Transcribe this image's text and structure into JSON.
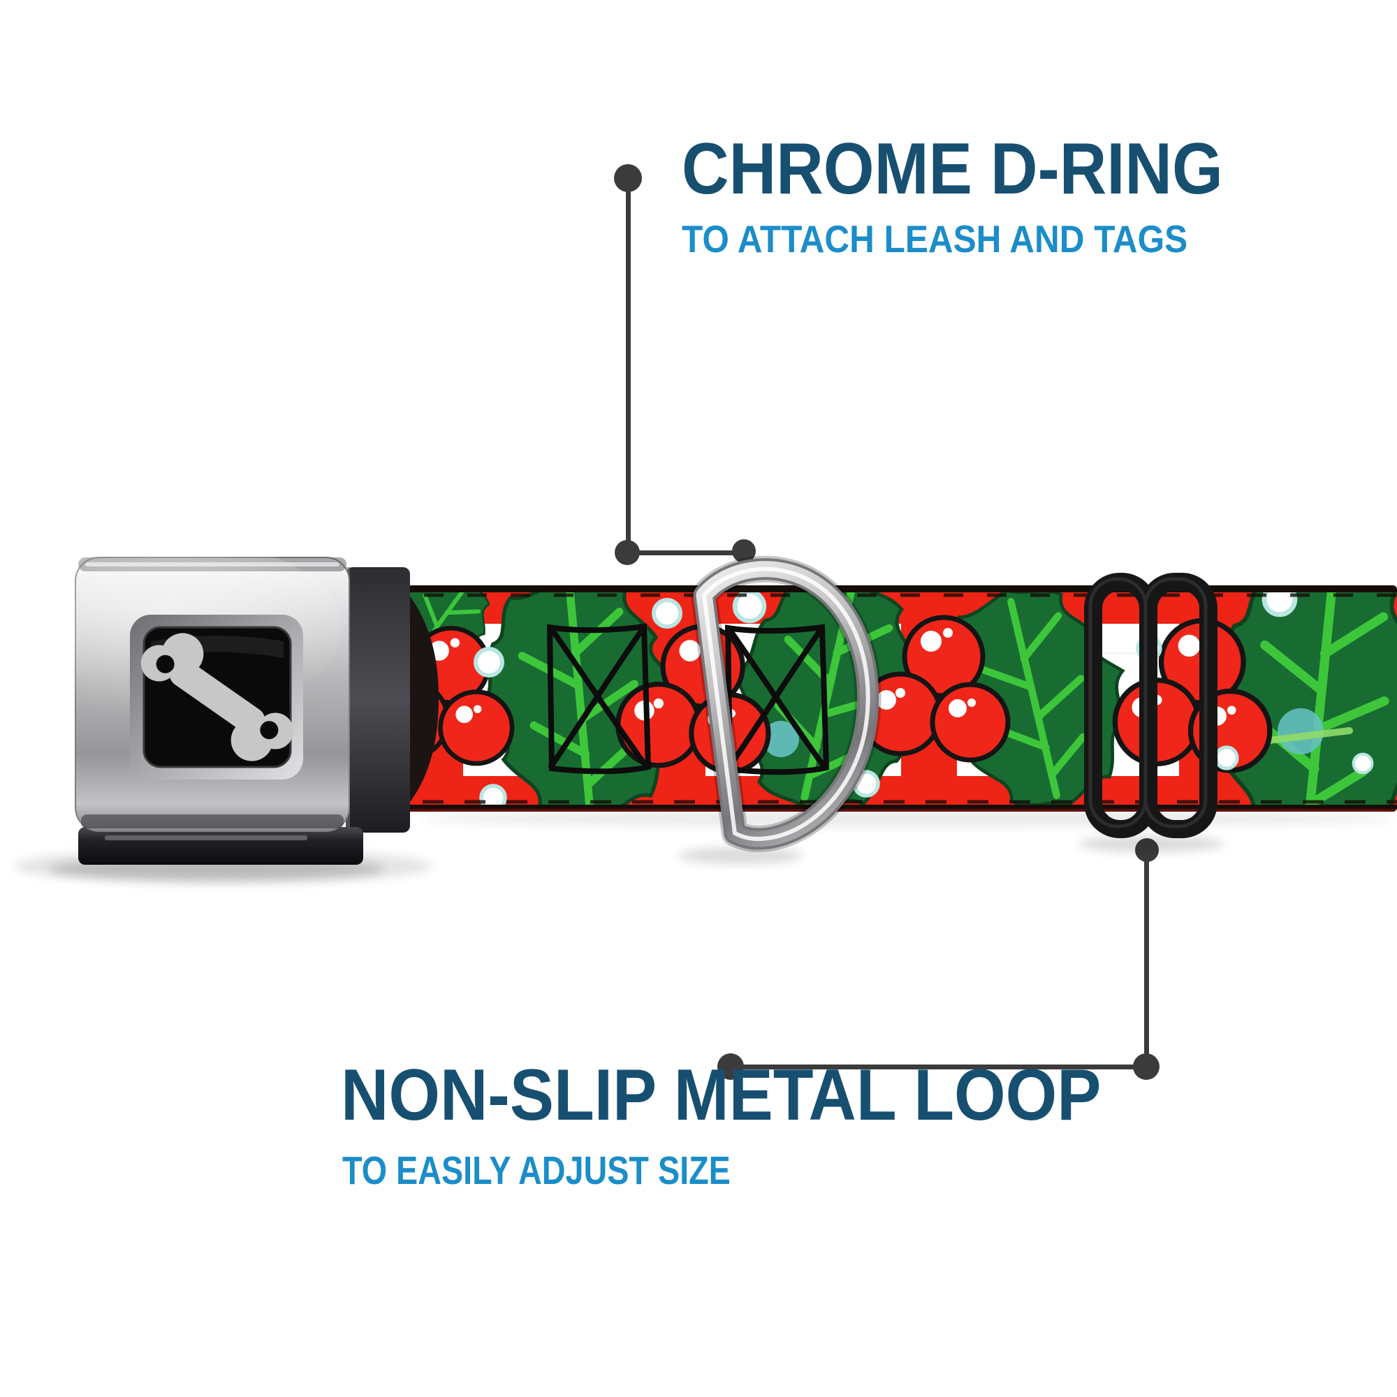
{
  "callouts": {
    "line_color": "#3b3b3b",
    "top": {
      "title": "CHROME D-RING",
      "subtitle": "TO ATTACH LEASH AND TAGS",
      "title_color": "#174f70",
      "subtitle_color": "#1b8dc9",
      "points_to": "d-ring"
    },
    "bottom": {
      "title": "NON-SLIP METAL LOOP",
      "subtitle": "TO EASILY ADJUST SIZE",
      "title_color": "#174f70",
      "subtitle_color": "#1b8dc9",
      "points_to": "adjuster-loop"
    }
  },
  "product": {
    "buckle_logo_icon": "dog-bone-icon",
    "hardware": {
      "buckle": "silver-seatbelt-buckle",
      "d_ring": "chrome-d-ring",
      "adjuster": "black-metal-loop"
    },
    "pattern_colors": {
      "stripe_red": "#ee2416",
      "band_white": "#ffffff",
      "leaf_green": "#186c31",
      "vein_green": "#3ec63b",
      "berry_red": "#f0261a",
      "accent_teal": "#66c2c3",
      "edge_black": "#150d07"
    }
  }
}
